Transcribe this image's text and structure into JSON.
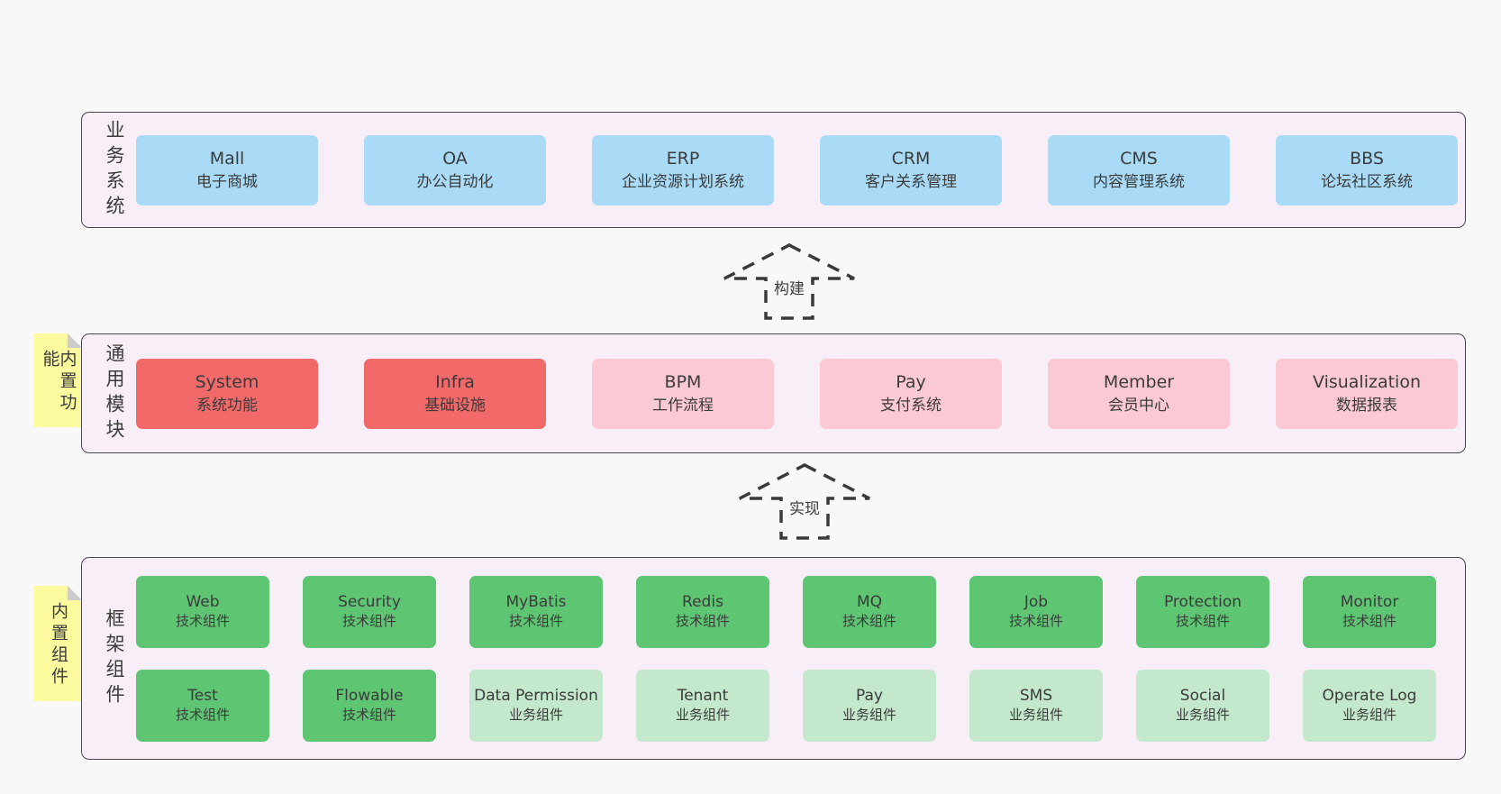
{
  "colors": {
    "page_bg": "#f8f8f8",
    "band_bg": "#f8eef7",
    "band_border": "#4a4550",
    "arrow_stroke": "#3a3a3a",
    "note_bg": "#fbfa9e",
    "note_fold": "#cbcbcb",
    "text": "#3b3b3b",
    "blue": "#a9dbf7",
    "red": "#f2696a",
    "pink": "#fbc9d3",
    "green": "#5ec573",
    "lightgreen": "#c4e8cc"
  },
  "arrows": [
    {
      "label": "构建"
    },
    {
      "label": "实现"
    }
  ],
  "notes": [
    {
      "label": "内置功能"
    },
    {
      "label": "内置组件"
    }
  ],
  "bands": [
    {
      "label": "业务系统",
      "rows": [
        [
          {
            "name": "Mall",
            "desc": "电子商城",
            "variant": "blue"
          },
          {
            "name": "OA",
            "desc": "办公自动化",
            "variant": "blue"
          },
          {
            "name": "ERP",
            "desc": "企业资源计划系统",
            "variant": "blue"
          },
          {
            "name": "CRM",
            "desc": "客户关系管理",
            "variant": "blue"
          },
          {
            "name": "CMS",
            "desc": "内容管理系统",
            "variant": "blue"
          },
          {
            "name": "BBS",
            "desc": "论坛社区系统",
            "variant": "blue"
          }
        ]
      ]
    },
    {
      "label": "通用模块",
      "rows": [
        [
          {
            "name": "System",
            "desc": "系统功能",
            "variant": "red"
          },
          {
            "name": "Infra",
            "desc": "基础设施",
            "variant": "red"
          },
          {
            "name": "BPM",
            "desc": "工作流程",
            "variant": "pink"
          },
          {
            "name": "Pay",
            "desc": "支付系统",
            "variant": "pink"
          },
          {
            "name": "Member",
            "desc": "会员中心",
            "variant": "pink"
          },
          {
            "name": "Visualization",
            "desc": "数据报表",
            "variant": "pink"
          }
        ]
      ]
    },
    {
      "label": "框架组件",
      "rows": [
        [
          {
            "name": "Web",
            "desc": "技术组件",
            "variant": "green"
          },
          {
            "name": "Security",
            "desc": "技术组件",
            "variant": "green"
          },
          {
            "name": "MyBatis",
            "desc": "技术组件",
            "variant": "green"
          },
          {
            "name": "Redis",
            "desc": "技术组件",
            "variant": "green"
          },
          {
            "name": "MQ",
            "desc": "技术组件",
            "variant": "green"
          },
          {
            "name": "Job",
            "desc": "技术组件",
            "variant": "green"
          },
          {
            "name": "Protection",
            "desc": "技术组件",
            "variant": "green"
          },
          {
            "name": "Monitor",
            "desc": "技术组件",
            "variant": "green"
          }
        ],
        [
          {
            "name": "Test",
            "desc": "技术组件",
            "variant": "green"
          },
          {
            "name": "Flowable",
            "desc": "技术组件",
            "variant": "green"
          },
          {
            "name": "Data Permission",
            "desc": "业务组件",
            "variant": "lightgreen"
          },
          {
            "name": "Tenant",
            "desc": "业务组件",
            "variant": "lightgreen"
          },
          {
            "name": "Pay",
            "desc": "业务组件",
            "variant": "lightgreen"
          },
          {
            "name": "SMS",
            "desc": "业务组件",
            "variant": "lightgreen"
          },
          {
            "name": "Social",
            "desc": "业务组件",
            "variant": "lightgreen"
          },
          {
            "name": "Operate Log",
            "desc": "业务组件",
            "variant": "lightgreen"
          }
        ]
      ]
    }
  ]
}
